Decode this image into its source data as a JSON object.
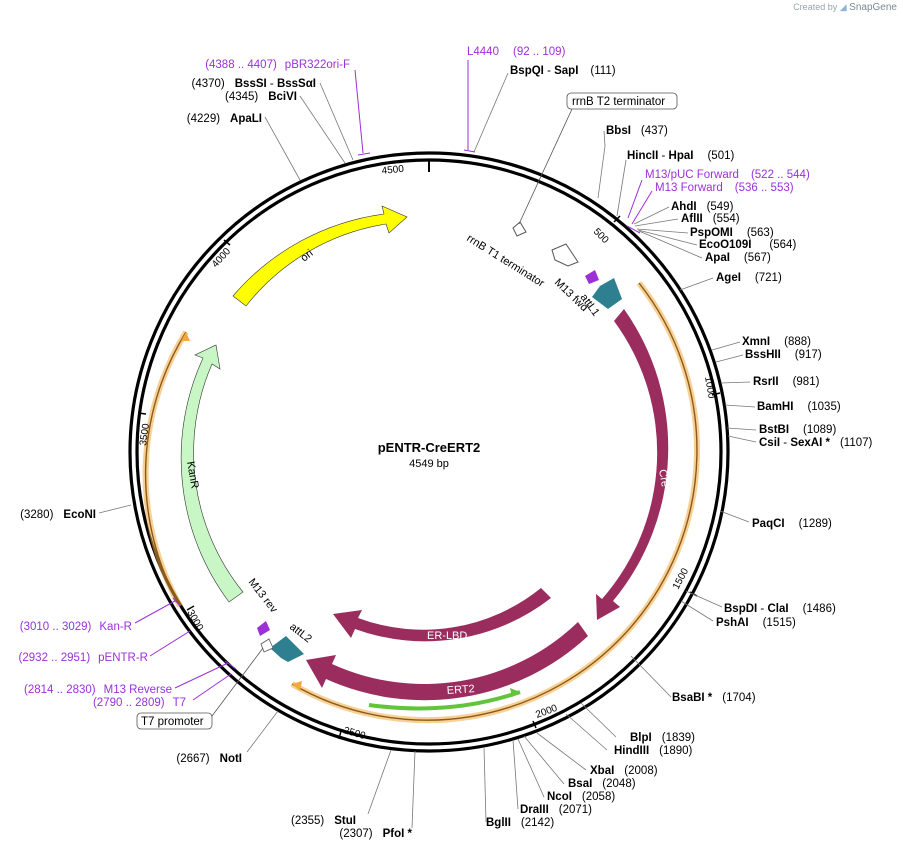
{
  "credit": {
    "created_by": "Created by",
    "brand": "SnapGene"
  },
  "plasmid": {
    "name": "pENTR-CreERT2",
    "size": "4549 bp"
  },
  "ticks": [
    "500",
    "1000",
    "1500",
    "2000",
    "2500",
    "3000",
    "3500",
    "4000",
    "4500"
  ],
  "features": {
    "cre": "Cre",
    "er_lbd": "ER-LBD",
    "ert2": "ERT2",
    "kanr": "KanR",
    "ori": "ori",
    "attl1": "attL1",
    "attl2": "attL2",
    "m13_fwd": "M13 fwd",
    "m13_rev": "M13 rev",
    "rrnb_t1": "rrnB T1 terminator"
  },
  "boxed_labels": {
    "rrnb_t2": "rrnB T2 terminator",
    "t7_promoter": "T7 promoter"
  },
  "sites": {
    "bspqi": {
      "name": "BspQI",
      "name2": "SapI",
      "pos": "(111)"
    },
    "bbsi": {
      "name": "BbsI",
      "pos": "(437)"
    },
    "hincii": {
      "name": "HincII",
      "name2": "HpaI",
      "pos": "(501)"
    },
    "ahdi": {
      "name": "AhdI",
      "pos": "(549)"
    },
    "aflii": {
      "name": "AflII",
      "pos": "(554)"
    },
    "pspomi": {
      "name": "PspOMI",
      "pos": "(563)"
    },
    "eco0109i": {
      "name": "EcoO109I",
      "pos": "(564)"
    },
    "apai": {
      "name": "ApaI",
      "pos": "(567)"
    },
    "agei": {
      "name": "AgeI",
      "pos": "(721)"
    },
    "xmni": {
      "name": "XmnI",
      "pos": "(888)"
    },
    "bsshii": {
      "name": "BssHII",
      "pos": "(917)"
    },
    "rsrii": {
      "name": "RsrII",
      "pos": "(981)"
    },
    "bamhi": {
      "name": "BamHI",
      "pos": "(1035)"
    },
    "bstbi": {
      "name": "BstBI",
      "pos": "(1089)"
    },
    "csii": {
      "name": "CsiI",
      "name2": "SexAI *",
      "pos": "(1107)"
    },
    "paqci": {
      "name": "PaqCI",
      "pos": "(1289)"
    },
    "bspdi": {
      "name": "BspDI",
      "name2": "ClaI",
      "pos": "(1486)"
    },
    "pshai": {
      "name": "PshAI",
      "pos": "(1515)"
    },
    "bsabi": {
      "name": "BsaBI *",
      "pos": "(1704)"
    },
    "blpi": {
      "name": "BlpI",
      "pos": "(1839)"
    },
    "hindiii": {
      "name": "HindIII",
      "pos": "(1890)"
    },
    "xbai": {
      "name": "XbaI",
      "pos": "(2008)"
    },
    "bsai": {
      "name": "BsaI",
      "pos": "(2048)"
    },
    "ncoi": {
      "name": "NcoI",
      "pos": "(2058)"
    },
    "draiii": {
      "name": "DraIII",
      "pos": "(2071)"
    },
    "bglii": {
      "name": "BglII",
      "pos": "(2142)"
    },
    "pfoi": {
      "name": "PfoI *",
      "pos": "(2307)"
    },
    "stui": {
      "name": "StuI",
      "pos": "(2355)"
    },
    "noti": {
      "name": "NotI",
      "pos": "(2667)"
    },
    "econi": {
      "name": "EcoNI",
      "pos": "(3280)"
    },
    "apali": {
      "name": "ApaLI",
      "pos": "(4229)"
    },
    "bcivi": {
      "name": "BciVI",
      "pos": "(4345)"
    },
    "bsssi": {
      "name": "BssSI",
      "name2": "BssSαI",
      "pos": "(4370)"
    }
  },
  "primers": {
    "l4440": {
      "name": "L4440",
      "range": "(92 .. 109)"
    },
    "m13puc": {
      "name": "M13/pUC Forward",
      "range": "(522 .. 544)"
    },
    "m13fwd": {
      "name": "M13 Forward",
      "range": "(536 .. 553)"
    },
    "pbr322": {
      "name": "pBR322ori-F",
      "range": "(4388 .. 4407)"
    },
    "kanr": {
      "name": "Kan-R",
      "range": "(3010 .. 3029)"
    },
    "pentr": {
      "name": "pENTR-R",
      "range": "(2932 .. 2951)"
    },
    "m13rev": {
      "name": "M13 Reverse",
      "range": "(2814 .. 2830)"
    },
    "t7": {
      "name": "T7",
      "range": "(2790 .. 2809)"
    }
  },
  "colors": {
    "backbone": "#000000",
    "cre": "#9a2c5e",
    "att": "#2e7f8f",
    "kanr": "#c8f7c5",
    "ori": "#ffff00",
    "orf": "#f2a93b",
    "primer": "#9b30d9",
    "orf_inner": "#62c43a"
  }
}
